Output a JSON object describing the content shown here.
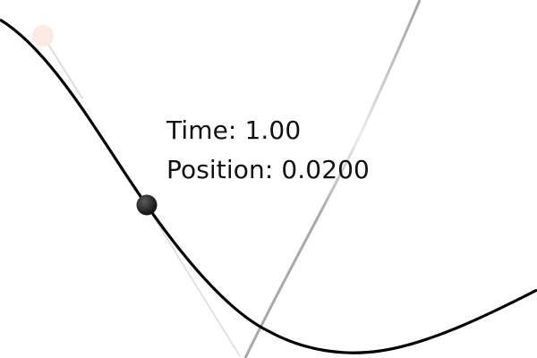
{
  "readout": {
    "time_label": "Time:",
    "time_value": "1.00",
    "position_label": "Position:",
    "position_value": "0.0200"
  },
  "colors": {
    "background": "#ffffff",
    "curve": "#000000",
    "gray_curve": "#a8a8a8",
    "tangent_line": "#dadada",
    "ghost_point": "#fde9e6",
    "point": "#1a1a1a",
    "text": "#111111"
  }
}
